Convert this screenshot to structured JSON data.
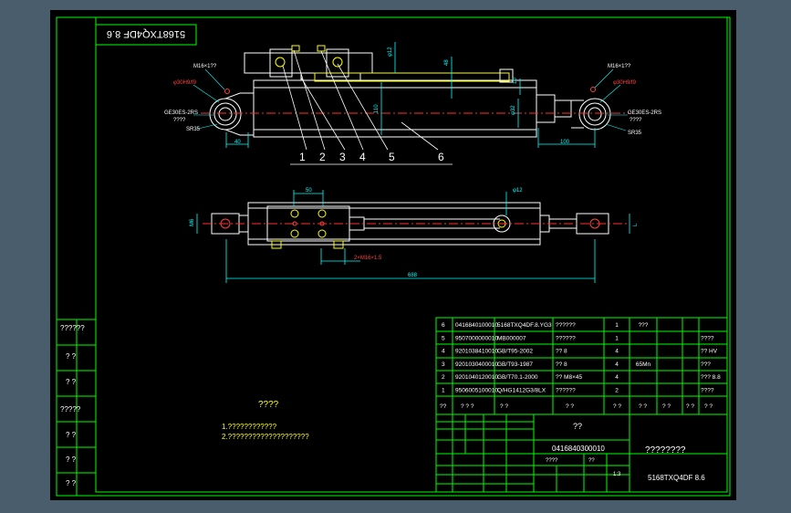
{
  "colors": {
    "background": "#4a5d6c",
    "canvas": "#000000",
    "frame": "#00ff00",
    "outline": "#ffffff",
    "dimension": "#00ffff",
    "annotation": "#ff3030",
    "text": "#ffff00"
  },
  "drawing_code_mirrored": "5168TXQ4DF 8.6",
  "callouts": [
    "1",
    "2",
    "3",
    "4",
    "5",
    "6"
  ],
  "labels": {
    "left_thread": "M16×1??",
    "left_pin": "φ30H9/f9",
    "left_bearing": "GE30ES-2RS",
    "left_bearing_note": "????",
    "left_r": "SR35",
    "right_thread": "M16×1??",
    "right_pin": "φ30H9/f9",
    "right_bearing": "GE30ES-2RS",
    "right_bearing_note": "????",
    "right_r": "SR35",
    "dim_40": "40",
    "dim_100": "100",
    "dim_48": "48",
    "dim_10": "10",
    "dim_110": "110",
    "dim_50": "50",
    "dim_m6": "M6",
    "dim_688": "688",
    "dim_l": "L",
    "dim_thread_bottom": "2×M16×1.5",
    "dim_phi32": "φ32",
    "dim_phi12": "φ12"
  },
  "left_column": [
    "??????",
    "? ?",
    "? ?",
    "?????",
    "? ?",
    "? ?",
    "? ?"
  ],
  "notes": {
    "title": "????",
    "line1": "1.????????????",
    "line2": "2.????????????????????"
  },
  "bom": [
    {
      "no": "6",
      "code": "0416840100010",
      "std": "5168TXQ4DF.8.YG3",
      "name": "??????",
      "qty": "1",
      "mat": "???",
      "note": ""
    },
    {
      "no": "5",
      "code": "9507000000010",
      "std": "MB000007",
      "name": "??????",
      "qty": "1",
      "mat": "",
      "note": "????"
    },
    {
      "no": "4",
      "code": "9201038410010",
      "std": "GB/T95-2002",
      "name": "?? 8",
      "qty": "4",
      "mat": "",
      "note": "?? HV"
    },
    {
      "no": "3",
      "code": "9201030400010",
      "std": "GB/T93-1987",
      "name": "?? 8",
      "qty": "4",
      "mat": "65Mn",
      "note": "???"
    },
    {
      "no": "2",
      "code": "9201040120010",
      "std": "GB/T70.1-2000",
      "name": "?? M8×45",
      "qty": "4",
      "mat": "",
      "note": "??? 8.8"
    },
    {
      "no": "1",
      "code": "9506005100010",
      "std": "Q/HG1412G3/8LX",
      "name": "??????",
      "qty": "2",
      "mat": "",
      "note": "????"
    }
  ],
  "bom_header": [
    "??",
    "? ? ?",
    "? ?",
    "? ?",
    "? ?",
    "? ?",
    "? ?",
    "? ?",
    "? ?"
  ],
  "title_block": {
    "name_cell": "??",
    "code": "0416840300010",
    "title": "????????",
    "drawing_no": "5168TXQ4DF 8.6",
    "scale": "1:3",
    "sheet": "????",
    "rev": "??"
  }
}
